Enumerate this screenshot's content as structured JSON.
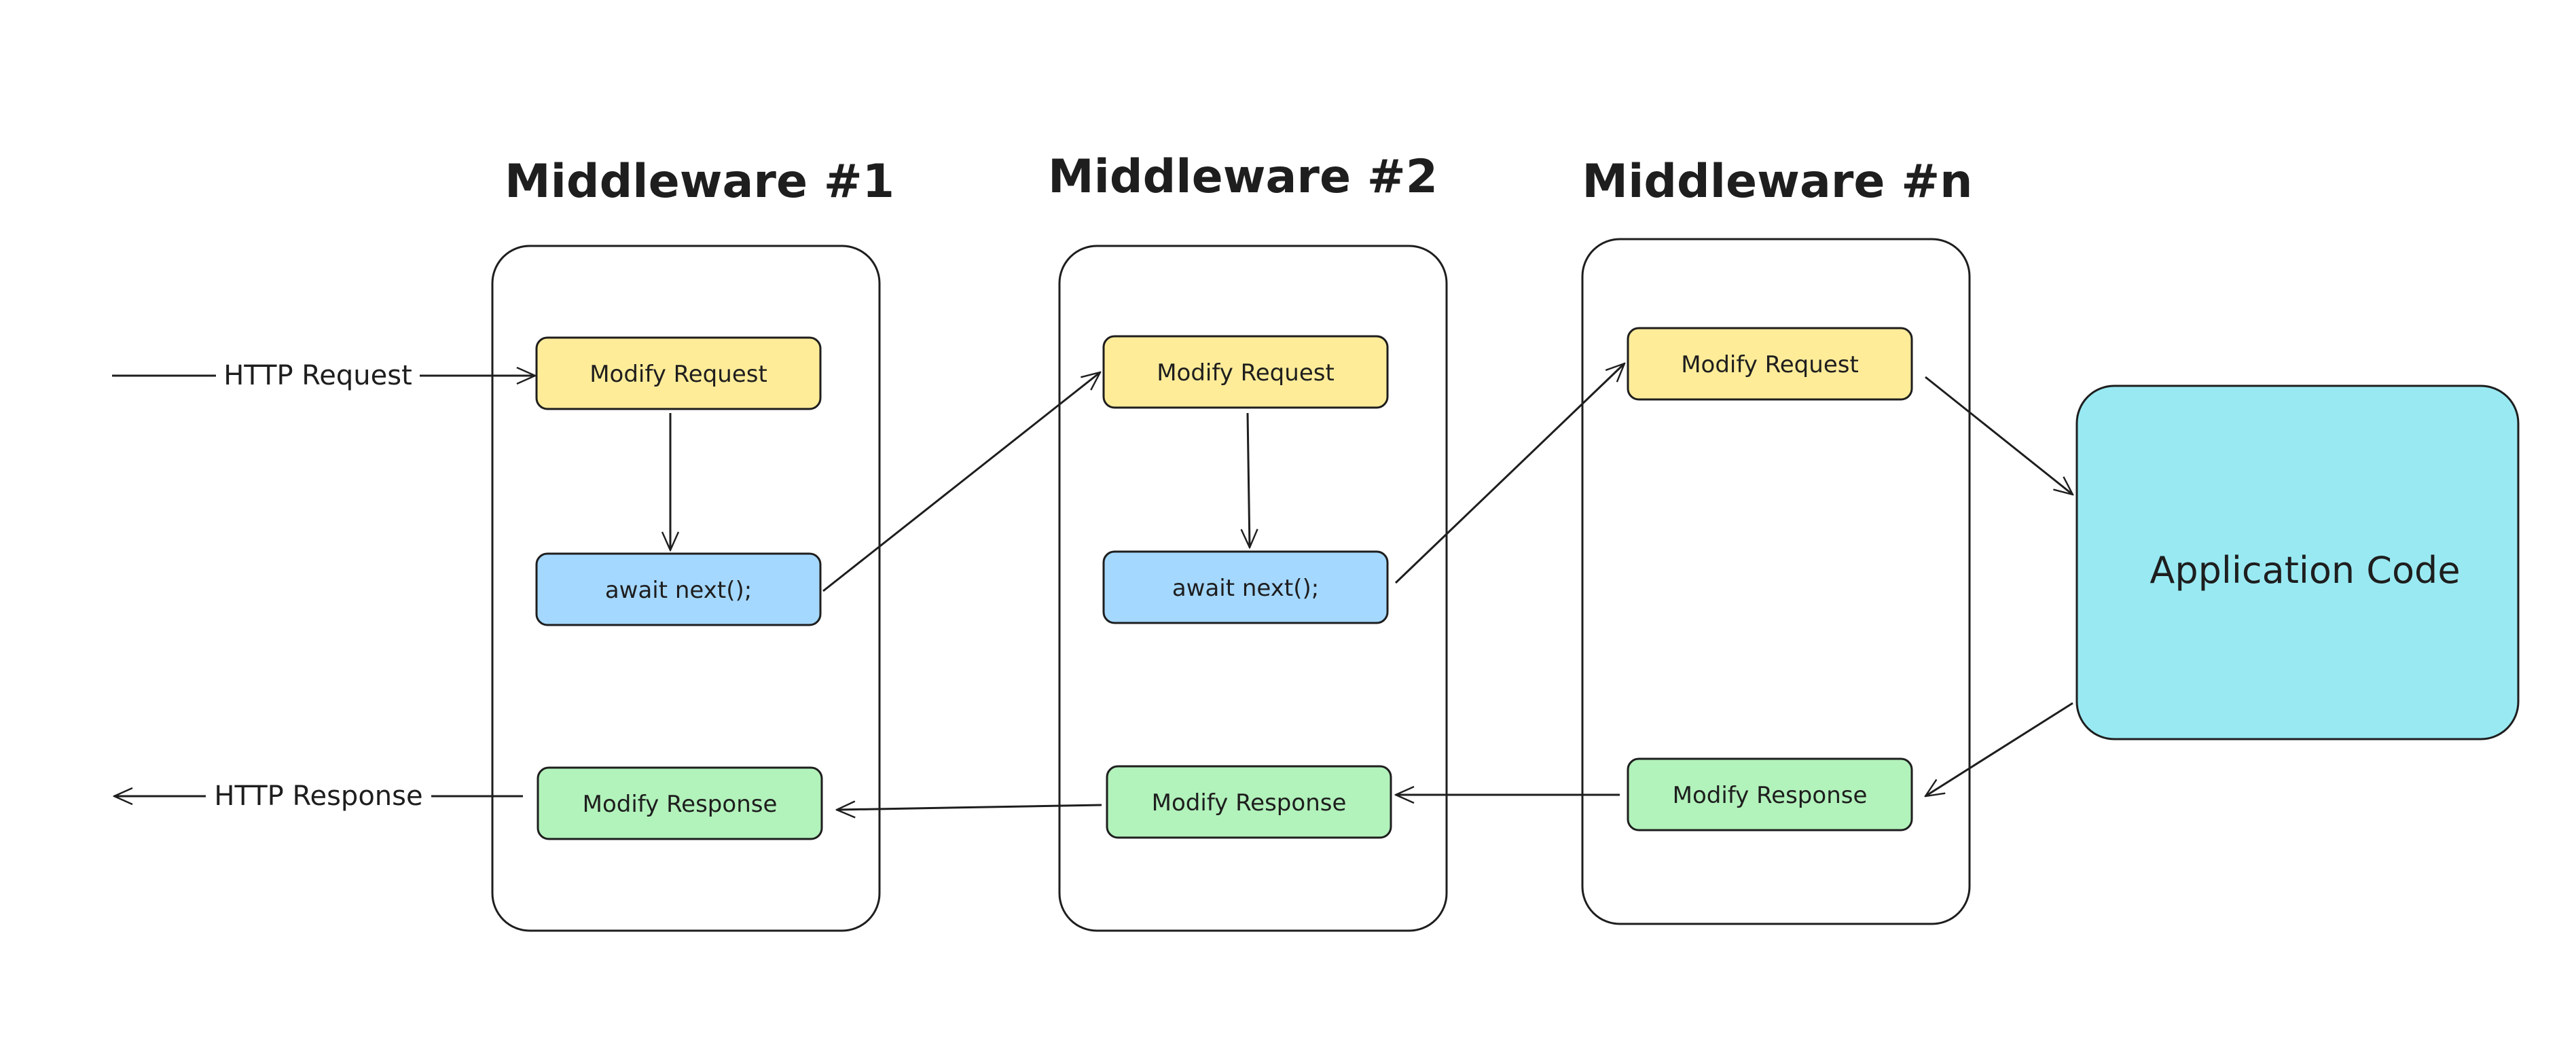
{
  "middlewares": [
    {
      "title": "Middleware #1",
      "request": "Modify Request",
      "next": "await next();",
      "response": "Modify Response"
    },
    {
      "title": "Middleware #2",
      "request": "Modify Request",
      "next": "await next();",
      "response": "Modify Response"
    },
    {
      "title": "Middleware #n",
      "request": "Modify Request",
      "response": "Modify Response"
    }
  ],
  "edges": {
    "http_request": "HTTP Request",
    "http_response": "HTTP Response"
  },
  "application": {
    "label": "Application Code"
  },
  "colors": {
    "request_fill": "#ffec99",
    "next_fill": "#a5d8ff",
    "response_fill": "#b2f2bb",
    "app_fill": "#99e9f2",
    "stroke": "#1e1e1e"
  }
}
